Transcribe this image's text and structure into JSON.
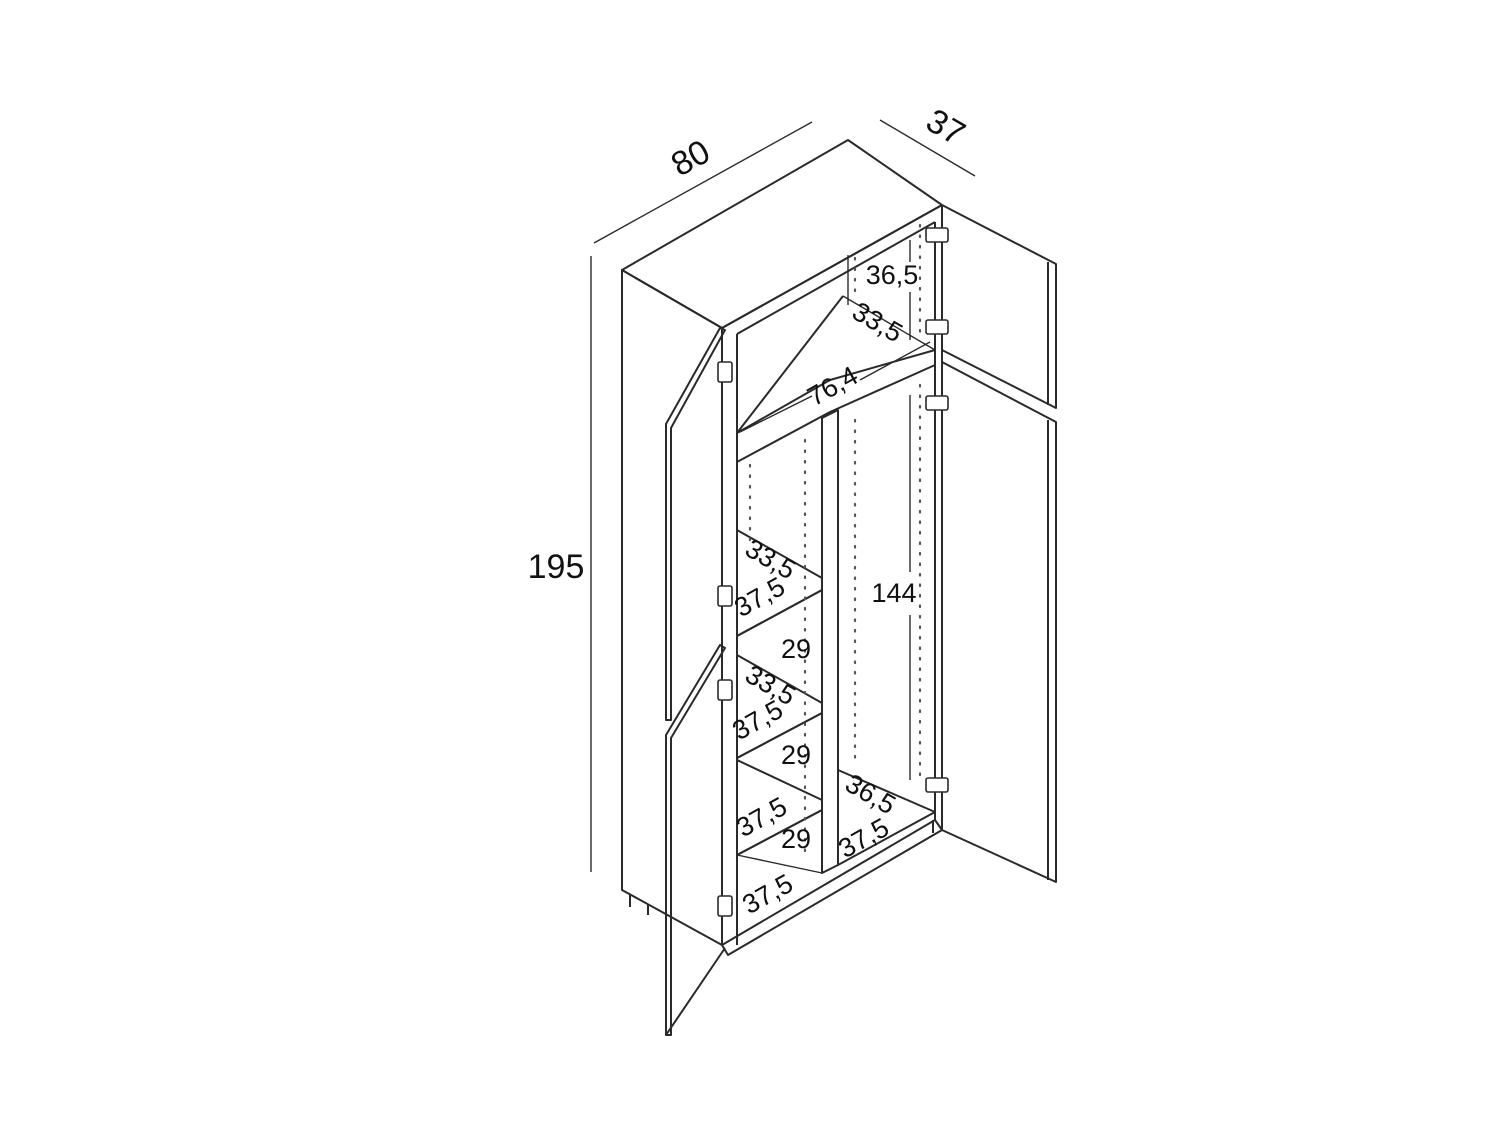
{
  "dimensions": {
    "width": "80",
    "depth": "37",
    "height": "195",
    "top_compartment_height": "36,5",
    "top_shelf_depth": "33,5",
    "inner_width": "76,4",
    "hanging_height": "144",
    "left_shelf1_depth": "33,5",
    "left_shelf1_width": "37,5",
    "left_gap1": "29",
    "left_shelf2_depth": "33,5",
    "left_shelf2_width": "37,5",
    "left_gap2": "29",
    "left_shelf3_width": "37,5",
    "left_gap3": "29",
    "bottom_left_width": "37,5",
    "bottom_right_depth": "36,5",
    "bottom_right_width": "37,5"
  },
  "colors": {
    "line": "#2a2a2a",
    "text": "#111111",
    "background": "#ffffff"
  }
}
